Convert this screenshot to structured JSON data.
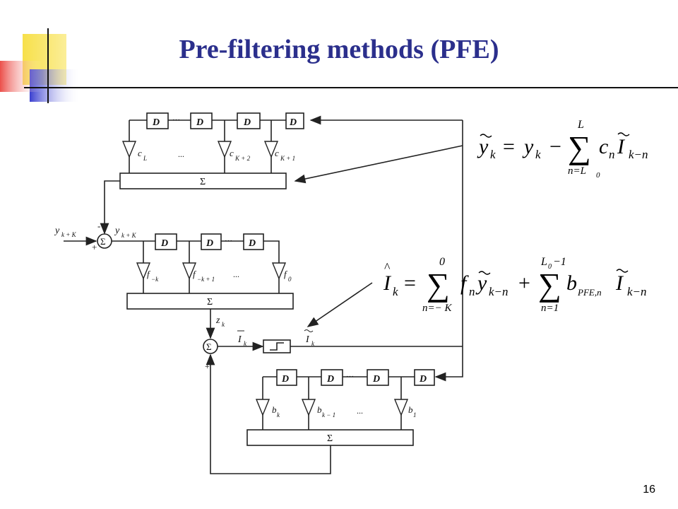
{
  "slide": {
    "title": "Pre-filtering methods (PFE)",
    "page_number": "16"
  },
  "diagram": {
    "delay_label": "D",
    "sum_label": "Σ",
    "dots": "···",
    "ellipsis": "...",
    "feedback_top_coeffs": [
      "c",
      "c",
      "c"
    ],
    "feedback_top_subs": [
      "L",
      "K + 2",
      "K + 1"
    ],
    "ff_coeffs": [
      "f",
      "f",
      "f"
    ],
    "ff_subs": [
      "−k",
      "−k + 1",
      "0"
    ],
    "fb_bottom_coeffs": [
      "b",
      "b",
      "b"
    ],
    "fb_bottom_subs": [
      "k",
      "k − 1",
      "1"
    ],
    "input_label": "y",
    "input_sub": "k + K",
    "ytilde_label": "y",
    "ytilde_sub": "k + K",
    "minus_sign": "-",
    "plus_sign": "+",
    "plus_sign_b": "+",
    "z_label": "z",
    "z_sub": "k",
    "ihat_label": "I",
    "ihat_sub": "k",
    "itilde_label": "I",
    "itilde_sub": "k"
  },
  "equations": {
    "eq1": {
      "lhs": "y",
      "lhs_sub": "k",
      "equals": "=",
      "term": "y",
      "term_sub": "k",
      "minus": "−",
      "sigma": "∑",
      "upper": "L",
      "lower": "n=L",
      "lower_sub": "0",
      "c": "c",
      "c_sub": "n",
      "I": "I",
      "I_sub": "k−n"
    },
    "eq2": {
      "lhs": "I",
      "lhs_sub": "k",
      "equals": "=",
      "sigma": "∑",
      "upper1": "0",
      "lower1": "n=− K",
      "f": "f",
      "f_sub": "n",
      "y": "y",
      "y_sub": "k−n",
      "plus": "+",
      "upper2": "L",
      "upper2_sub": "0",
      "upper2_tail": "−1",
      "lower2": "n=1",
      "b": "b",
      "b_sub": "PFE,n",
      "I": "I",
      "I_sub": "k−n"
    }
  },
  "colors": {
    "title": "#2b2f8c",
    "accent_yellow": "#f7e04a",
    "accent_red": "#e8302a",
    "accent_blue": "#3a3fd0"
  }
}
